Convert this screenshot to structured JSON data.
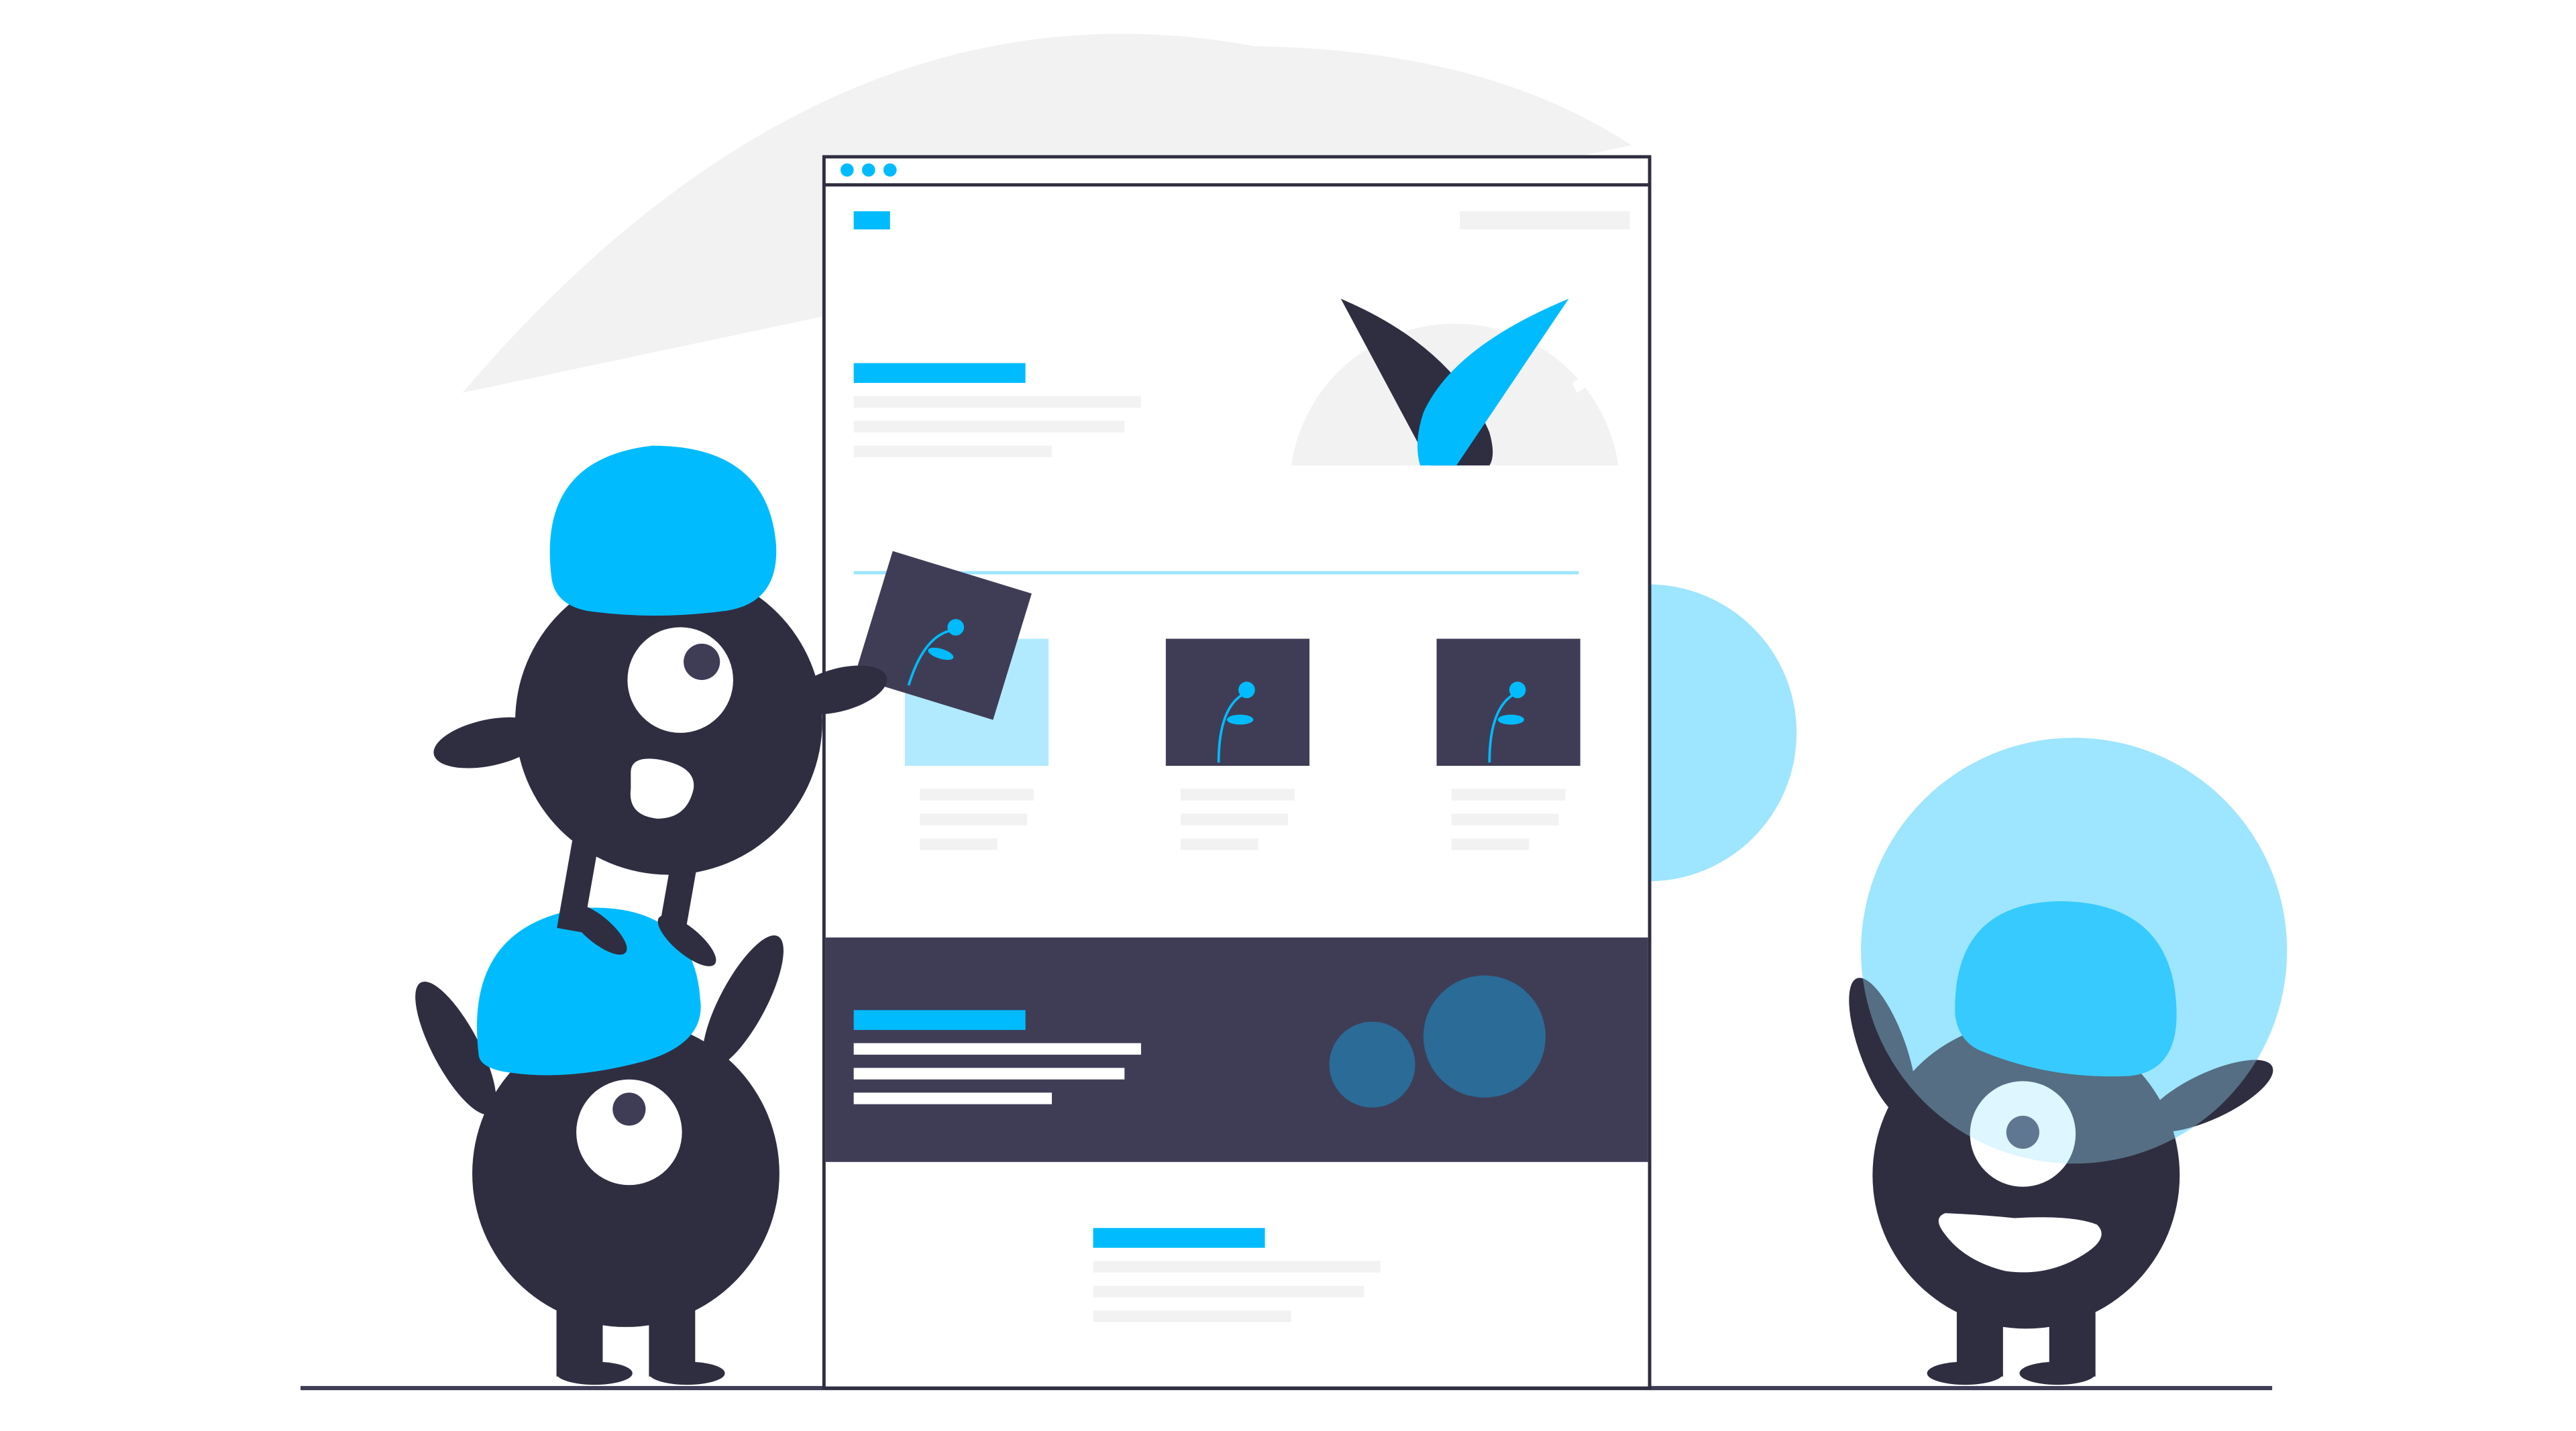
{
  "colors": {
    "background": "#ffffff",
    "accent": "#00BCFF",
    "accent_light": "#9EE5FF",
    "dark": "#2F2E41",
    "dark_panel": "#3F3D56",
    "panel_circle": "#2A6B98",
    "placeholder": "#F2F2F2",
    "placeholder_mid": "#E6E6E6",
    "white": "#FFFFFF",
    "ground": "#3F3D56",
    "mouth_fill": "#FFFFFF"
  },
  "illustration": {
    "subject": "website-wireframe",
    "characters": 3,
    "window_controls": 3,
    "feature_cards": 3,
    "characters_icons": [
      "one-eyed-monster-icon",
      "one-eyed-monster-icon",
      "one-eyed-monster-icon"
    ],
    "icons": [
      "image-placeholder-icon",
      "pie-chart-icon",
      "window-dot-icon"
    ]
  }
}
